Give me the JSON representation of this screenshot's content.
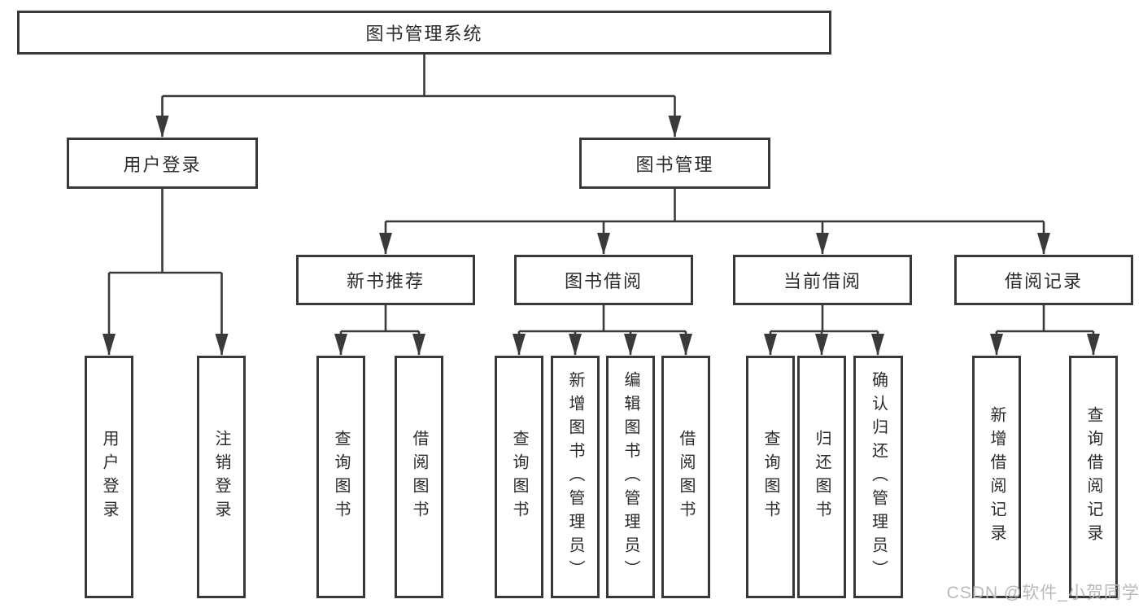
{
  "tree": {
    "label": "图书管理系统",
    "children": [
      {
        "label": "用户登录",
        "children": [
          {
            "label": "用户登录"
          },
          {
            "label": "注销登录"
          }
        ]
      },
      {
        "label": "图书管理",
        "children": [
          {
            "label": "新书推荐",
            "children": [
              {
                "label": "查询图书"
              },
              {
                "label": "借阅图书"
              }
            ]
          },
          {
            "label": "图书借阅",
            "children": [
              {
                "label": "查询图书"
              },
              {
                "label": "新增图书（管理员）"
              },
              {
                "label": "编辑图书（管理员）"
              },
              {
                "label": "借阅图书"
              }
            ]
          },
          {
            "label": "当前借阅",
            "children": [
              {
                "label": "查询图书"
              },
              {
                "label": "归还图书"
              },
              {
                "label": "确认归还（管理员）"
              }
            ]
          },
          {
            "label": "借阅记录",
            "children": [
              {
                "label": "新增借阅记录"
              },
              {
                "label": "查询借阅记录"
              }
            ]
          }
        ]
      }
    ]
  },
  "watermark": "CSDN @软件_小贺同学",
  "colors": {
    "line": "#3a3a3a",
    "box_border": "#383838",
    "text": "#2b2b2b",
    "watermark": "#b9b9b9",
    "background": "#ffffff"
  }
}
